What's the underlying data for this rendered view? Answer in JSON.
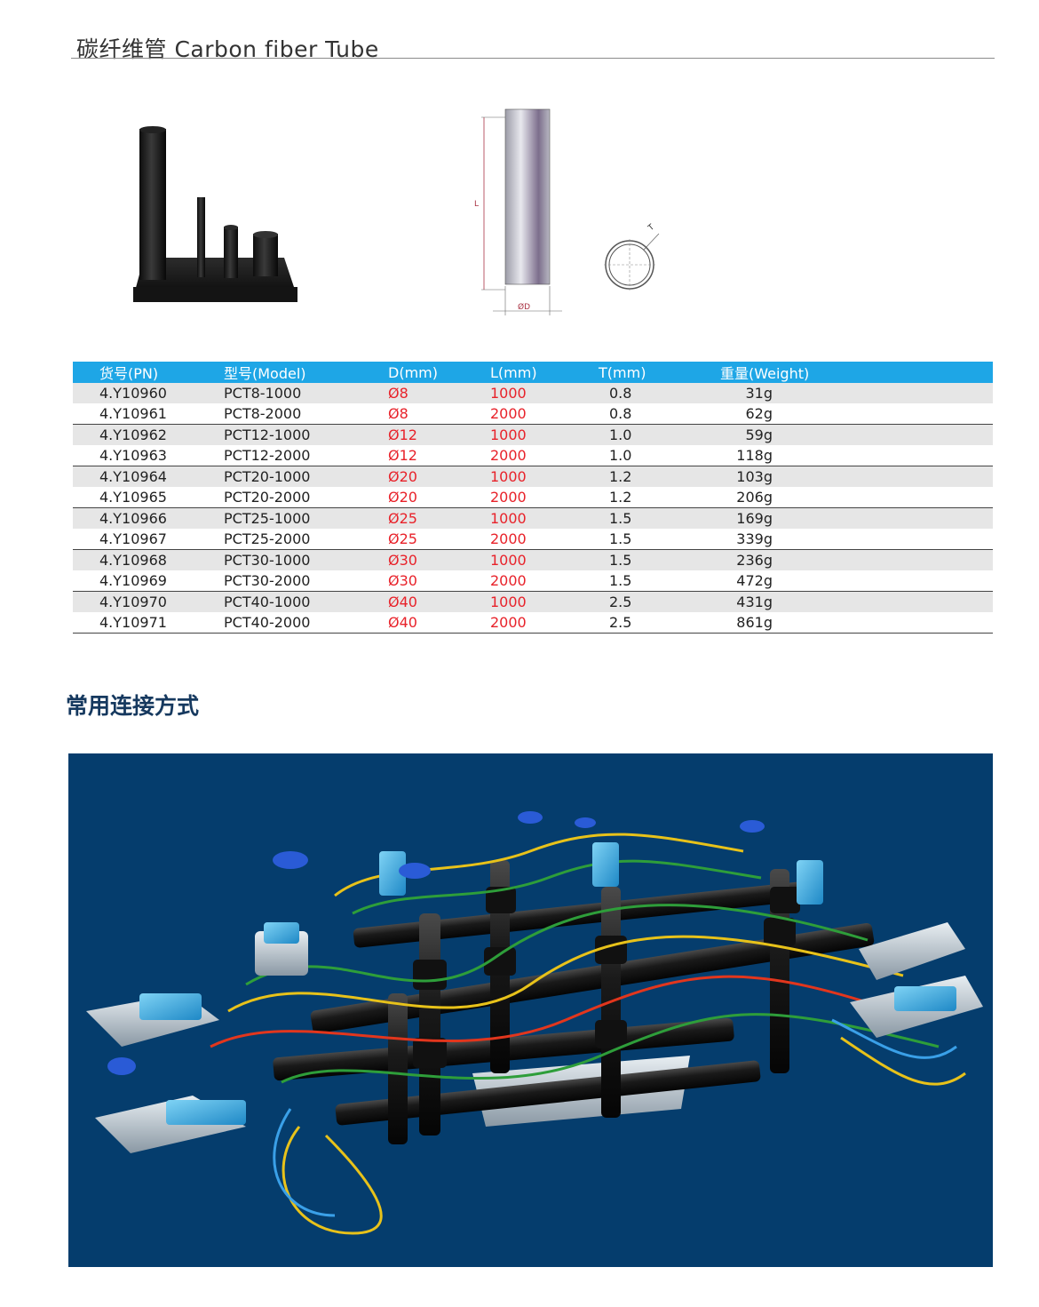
{
  "header": {
    "title": "碳纤维管 Carbon fiber Tube"
  },
  "diagram": {
    "length_label": "L",
    "diameter_label": "ØD",
    "thickness_label": "T"
  },
  "table": {
    "columns": [
      "货号(PN)",
      "型号(Model)",
      "D(mm)",
      "L(mm)",
      "T(mm)",
      "重量(Weight)"
    ],
    "rows": [
      [
        "4.Y10960",
        "PCT8-1000",
        "Ø8",
        "1000",
        "0.8",
        "31g"
      ],
      [
        "4.Y10961",
        "PCT8-2000",
        "Ø8",
        "2000",
        "0.8",
        "62g"
      ],
      [
        "4.Y10962",
        "PCT12-1000",
        "Ø12",
        "1000",
        "1.0",
        "59g"
      ],
      [
        "4.Y10963",
        "PCT12-2000",
        "Ø12",
        "2000",
        "1.0",
        "118g"
      ],
      [
        "4.Y10964",
        "PCT20-1000",
        "Ø20",
        "1000",
        "1.2",
        "103g"
      ],
      [
        "4.Y10965",
        "PCT20-2000",
        "Ø20",
        "2000",
        "1.2",
        "206g"
      ],
      [
        "4.Y10966",
        "PCT25-1000",
        "Ø25",
        "1000",
        "1.5",
        "169g"
      ],
      [
        "4.Y10967",
        "PCT25-2000",
        "Ø25",
        "2000",
        "1.5",
        "339g"
      ],
      [
        "4.Y10968",
        "PCT30-1000",
        "Ø30",
        "1000",
        "1.5",
        "236g"
      ],
      [
        "4.Y10969",
        "PCT30-2000",
        "Ø30",
        "2000",
        "1.5",
        "472g"
      ],
      [
        "4.Y10970",
        "PCT40-1000",
        "Ø40",
        "1000",
        "2.5",
        "431g"
      ],
      [
        "4.Y10971",
        "PCT40-2000",
        "Ø40",
        "2000",
        "2.5",
        "861g"
      ]
    ]
  },
  "section": {
    "title": "常用连接方式"
  },
  "colors": {
    "header_blue": "#1ea6e6",
    "value_red": "#e8222a",
    "section_navy": "#16395f",
    "scene_background": "#053d6d"
  }
}
